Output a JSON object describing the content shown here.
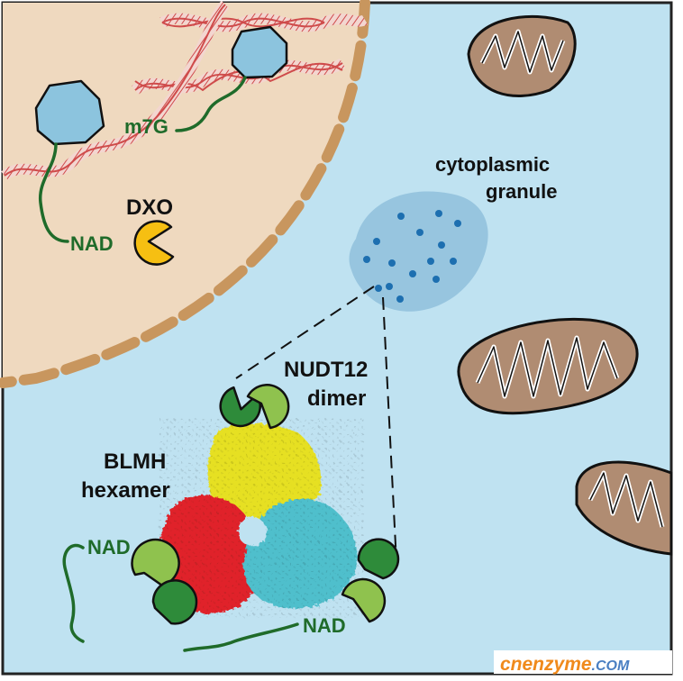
{
  "labels": {
    "m7g": "m7G",
    "dxo": "DXO",
    "nad_nucleus": "NAD",
    "cytoplasmic": "cytoplasmic",
    "granule": "granule",
    "nudt12": "NUDT12",
    "dimer": "dimer",
    "blmh": "BLMH",
    "hexamer": "hexamer",
    "nad_left": "NAD",
    "nad_bottom": "NAD"
  },
  "watermark": {
    "brand": "cnenzyme",
    "tld": ".COM"
  },
  "colors": {
    "cytoplasm": "#bfe2f1",
    "nucleus": "#efd9bf",
    "nuclear_envelope": "#c8965e",
    "dna": "#cf4b4b",
    "polymerase": "#8cc4de",
    "rna": "#1f6b2a",
    "dxo": "#f6bf12",
    "granule": "#8fc0dc",
    "granule_dot": "#1d6fb0",
    "mitochondrion": "#b08c72",
    "nudt12_dark": "#2e8b3a",
    "nudt12_light": "#8fc24e",
    "blmh_yellow": "#e6e023",
    "blmh_red": "#e0242a",
    "blmh_cyan": "#4fbfcc"
  }
}
